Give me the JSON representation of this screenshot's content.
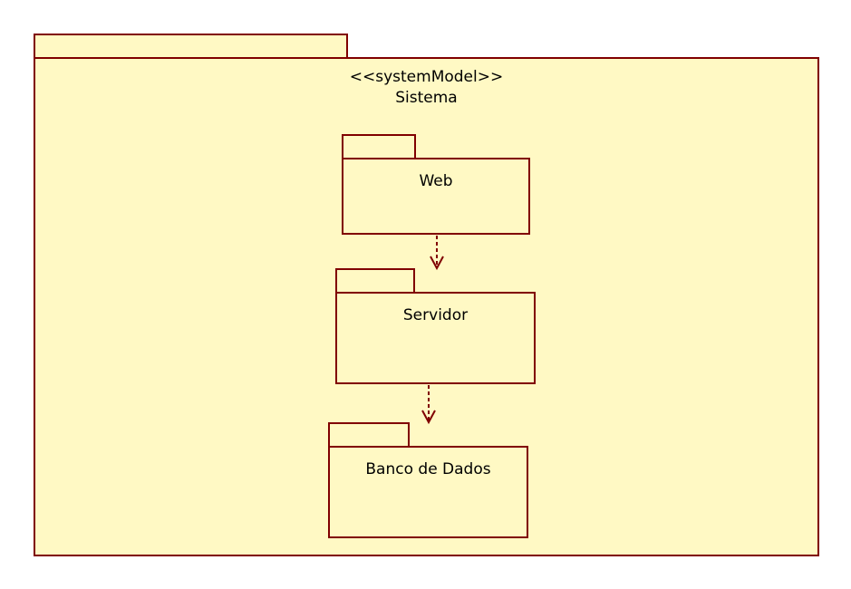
{
  "colors": {
    "fill": "#fff9c4",
    "border": "#800000"
  },
  "system": {
    "stereotype": "<<systemModel>>",
    "name": "Sistema"
  },
  "packages": [
    {
      "name": "Web"
    },
    {
      "name": "Servidor"
    },
    {
      "name": "Banco de Dados"
    }
  ],
  "dependencies": [
    {
      "from": "Web",
      "to": "Servidor",
      "style": "dashed-open-arrow"
    },
    {
      "from": "Servidor",
      "to": "Banco de Dados",
      "style": "dashed-open-arrow"
    }
  ]
}
